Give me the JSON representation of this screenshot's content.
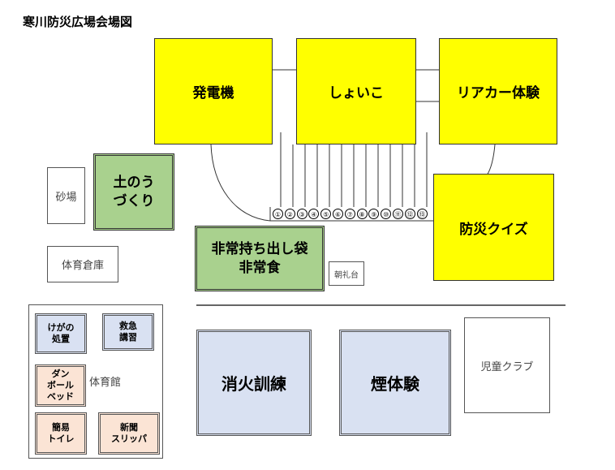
{
  "title": "寒川防災広場会場図",
  "areas": {
    "generator": "発電機",
    "storehouse": "しょいこ",
    "rear_car": "リアカー体験",
    "sandbags": "土のう\nづくり",
    "sandpit": "砂場",
    "quiz": "防災クイズ",
    "emergency_bag": "非常持ち出し袋\n非常食",
    "gym_storage": "体育倉庫",
    "morning_stage": "朝礼台",
    "gym": "体育館",
    "injury": "けがの\n処置",
    "first_aid": "救急\n講習",
    "cardboard_bed": "ダン\nボール\nベッド",
    "toilet": "簡易\nトイレ",
    "newspaper_slipper": "新聞\nスリッパ",
    "fire_training": "消火訓練",
    "smoke": "煙体験",
    "kids_club": "児童クラブ"
  },
  "slot_numbers": [
    "①",
    "②",
    "③",
    "④",
    "⑤",
    "⑥",
    "⑦",
    "⑧",
    "⑨",
    "⑩",
    "⑪",
    "⑫",
    "⑬"
  ],
  "colors": {
    "yellow": "#ffff00",
    "green": "#a9d18e",
    "blue": "#d9e1f2",
    "pink": "#fbe4d5"
  }
}
